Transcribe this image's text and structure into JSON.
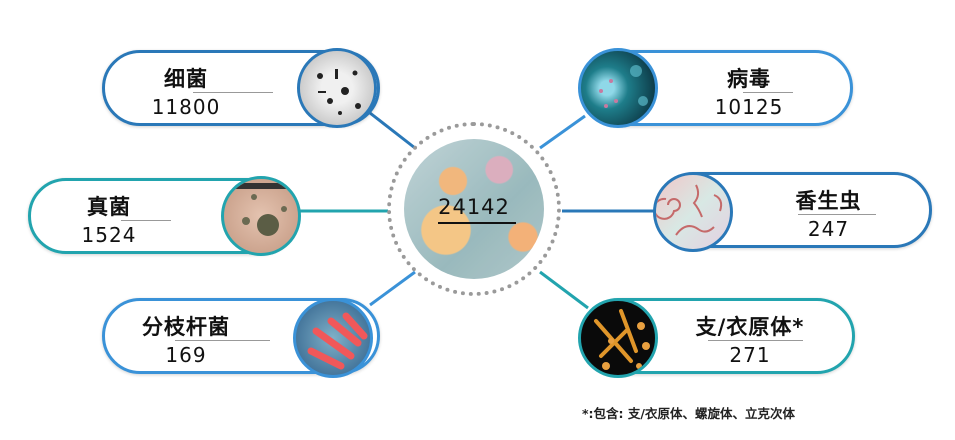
{
  "center": {
    "total": "24142"
  },
  "categories": [
    {
      "label": "细菌",
      "value": "11800",
      "icon": "bacteria-microscope-image",
      "border": "#2a78b8"
    },
    {
      "label": "病毒",
      "value": "10125",
      "icon": "virus-image",
      "border": "#3a92d8"
    },
    {
      "label": "真菌",
      "value": "1524",
      "icon": "fungus-image",
      "border": "#22a4ae"
    },
    {
      "label": "香生虫",
      "value": "247",
      "icon": "parasite-worm-image",
      "border": "#2a78b8"
    },
    {
      "label": "分枝杆菌",
      "value": "169",
      "icon": "mycobacteria-image",
      "border": "#3a92d8"
    },
    {
      "label": "支/衣原体*",
      "value": "271",
      "icon": "mycoplasma-chlamydia-image",
      "border": "#22a4ae"
    }
  ],
  "footnote": "*:包含: 支/衣原体、螺旋体、立克次体",
  "colors": {
    "dark_blue": "#2a78b8",
    "light_blue": "#3a92d8",
    "teal": "#22a4ae",
    "dotted_ring": "#9a9a9a"
  }
}
